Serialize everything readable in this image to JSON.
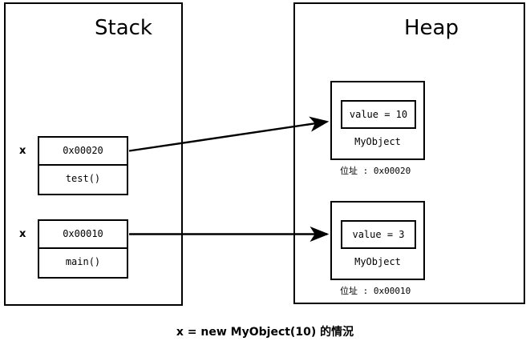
{
  "diagram": {
    "caption": "x = new MyObject(10) 的情況",
    "regions": [
      {
        "id": "stack",
        "title": "Stack"
      },
      {
        "id": "heap",
        "title": "Heap"
      }
    ],
    "stack_frames": [
      {
        "var_label": "x",
        "address": "0x00020",
        "method": "test()"
      },
      {
        "var_label": "x",
        "address": "0x00010",
        "method": "main()"
      }
    ],
    "heap_objects": [
      {
        "field": "value = 10",
        "class_name": "MyObject",
        "address_label": "位址 : 0x00020"
      },
      {
        "field": "value = 3",
        "class_name": "MyObject",
        "address_label": "位址 : 0x00010"
      }
    ],
    "arrows": [
      {
        "name": "arrow-test-to-object1",
        "from": "frame-1-address",
        "to": "heap-object-1"
      },
      {
        "name": "arrow-main-to-object2",
        "from": "frame-2-address",
        "to": "heap-object-2"
      }
    ],
    "colors": {
      "stroke": "#000000",
      "background": "#ffffff"
    }
  }
}
